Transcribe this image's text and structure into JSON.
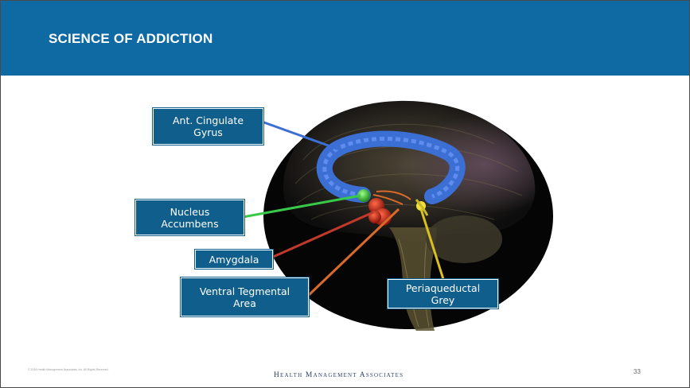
{
  "slide": {
    "title": "SCIENCE OF ADDICTION",
    "page_number": "33"
  },
  "callouts": {
    "anterior_cingulate": "Ant. Cingulate\nGyrus",
    "nucleus_accumbens": "Nucleus\nAccumbens",
    "amygdala": "Amygdala",
    "ventral_tegmental": "Ventral Tegmental\nArea",
    "periaqueductal": "Periaqueductal\nGrey"
  },
  "footer": {
    "copyright": "© 2024 Health Management Associates, Inc. All Rights Reserved.",
    "brand": "Health Management Associates"
  },
  "colors": {
    "header": "#0f6aa3",
    "callout": "#0f5e8c",
    "arrow_cingulate": "#3b6fd4",
    "arrow_accumbens": "#39c94a",
    "arrow_amygdala": "#c0392b",
    "arrow_vta": "#d86a2c",
    "arrow_pag": "#d8c020"
  }
}
